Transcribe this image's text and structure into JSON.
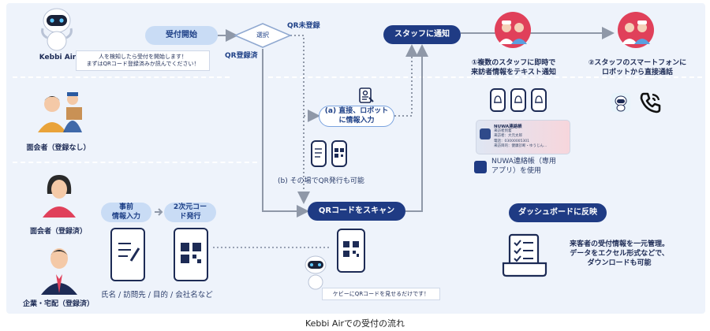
{
  "robot_top": {
    "name": "Kebbi Air",
    "speech": "人を検知したら受付を開始します！\nまずはQRコード登録済みか訊んでください！"
  },
  "flow": {
    "start": "受付開始",
    "select": "選択",
    "qr_unregistered": "QR未登録",
    "qr_registered": "QR登録済",
    "staff_notify": "スタッフに通知",
    "direct_input": "(a) 直接、ロボット\nに情報入力",
    "qr_issue_note": "(b) その場でQR発行も可能",
    "scan": "QRコードをスキャン",
    "dashboard": "ダッシュボードに反映"
  },
  "notify": {
    "step1": "①複数のスタッフに即時で\n来訪者情報をテキスト通知",
    "step2": "②スタッフのスマートフォンに\nロボットから直接通話",
    "card_title": "NUWA連絡帳",
    "card_lines": [
      "来訪者到着",
      "来訪者：大元太郎",
      "電話：03000005301",
      "来訪目的：健康診断・ゆうじん..."
    ],
    "app_note": "NUWA連絡帳（専用\nアプリ）を使用"
  },
  "roles": {
    "visitor_unregistered": "面会者（登録なし）",
    "visitor_registered": "面会者（登録済）",
    "company": "企業・宅配（登録済）"
  },
  "pre": {
    "step_input": "事前\n情報入力",
    "step_qr": "2次元コー\nド発行",
    "fields": "氏名 / 訪問先 / 目的 / 会社名など"
  },
  "robot_bottom": {
    "speech": "ケビーにQRコードを見せるだけです！"
  },
  "dashboard_note": "来客者の受付情報を一元管理。\nデータをエクセル形式などで、\nダウンロードも可能",
  "caption": "Kebbi Airでの受付の流れ",
  "colors": {
    "navy": "#1f3b84",
    "light_blue": "#c9dcf5",
    "panel": "#eef3fb",
    "accent_red": "#e0405a",
    "arrow": "#8f98a8"
  },
  "icons": [
    "robot-icon",
    "staff-icon",
    "phone-call-icon",
    "bell-phone-icon",
    "qr-icon",
    "form-icon",
    "clipboard-icon",
    "person-icon"
  ]
}
